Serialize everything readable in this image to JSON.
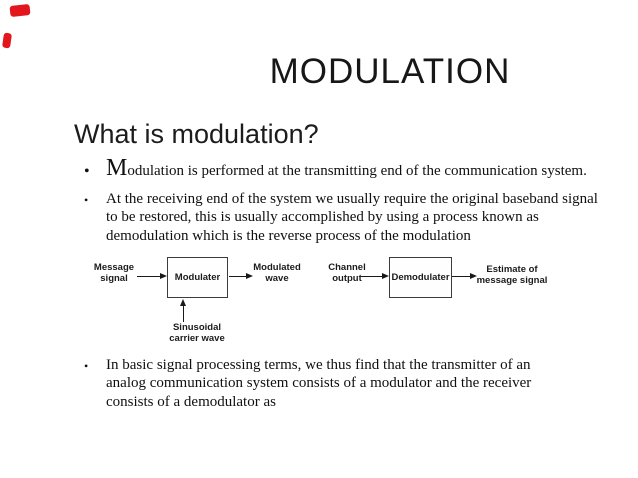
{
  "slide": {
    "title": "MODULATION",
    "heading": "What is modulation?",
    "bullet_glyph": "•",
    "bullets": [
      {
        "lead": "M",
        "rest": "odulation is performed at the transmitting end of the communication system."
      },
      {
        "text": "At the receiving end of the system we usually require the original baseband signal\nto  be restored, this is usually accomplished by using a process known as\ndemodulation  which is the reverse process of the modulation"
      },
      {
        "text": "In basic signal processing terms, we thus find that the transmitter of an\nanalog  communication system consists of a modulator and the receiver\nconsists of a  demodulator as"
      }
    ]
  },
  "diagram": {
    "message_signal_label": "Message\nsignal",
    "modulator_label": "Modulater",
    "modulated_wave_label": "Modulated\nwave",
    "channel_output_label": "Channel\noutput",
    "demodulator_label": "Demodulater",
    "estimate_label": "Estimate of\nmessage signal",
    "carrier_label": "Sinusoidal\ncarrier wave"
  },
  "annotations": {
    "marker_color": "#e4161d"
  }
}
